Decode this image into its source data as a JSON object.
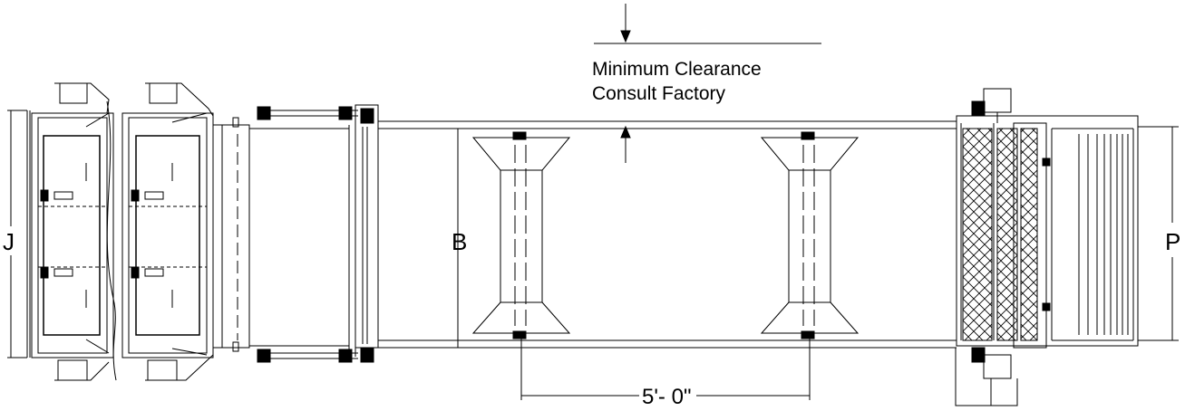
{
  "dimensions": {
    "left_width": "J",
    "mid_width": "B",
    "right_width": "P",
    "support_spacing": "5'- 0\""
  },
  "notes": {
    "clearance_line1": "Minimum Clearance",
    "clearance_line2": "Consult Factory"
  }
}
